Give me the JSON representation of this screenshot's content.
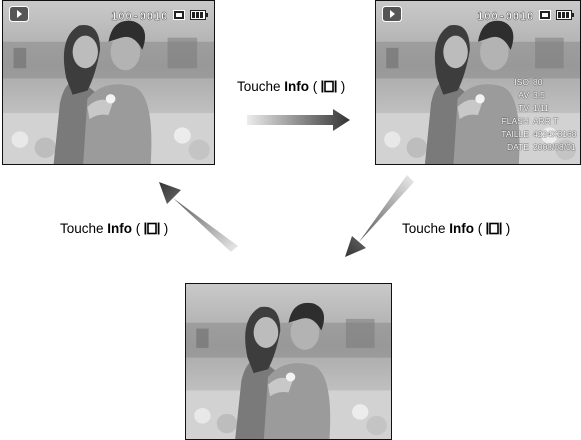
{
  "screens": {
    "top_left": {
      "counter": "100-0010"
    },
    "top_right": {
      "counter": "100-0010",
      "info": [
        {
          "key": "ISO",
          "value": "80"
        },
        {
          "key": "AV",
          "value": "3.5"
        },
        {
          "key": "TV",
          "value": "1/11"
        },
        {
          "key": "FLASH",
          "value": "ARR T"
        },
        {
          "key": "TAILLE",
          "value": "4224X3168"
        },
        {
          "key": "DATE",
          "value": "2008/08/01"
        }
      ]
    }
  },
  "labels": {
    "top": {
      "prefix": "Touche ",
      "bold": "Info",
      "suffix": " ( ",
      "icon": "disp-button-icon",
      "end": " )"
    },
    "left": {
      "prefix": "Touche ",
      "bold": "Info",
      "suffix": " ( ",
      "icon": "disp-button-icon",
      "end": " )"
    },
    "right": {
      "prefix": "Touche ",
      "bold": "Info",
      "suffix": " ( ",
      "icon": "disp-button-icon",
      "end": " )"
    }
  },
  "colors": {
    "arrow_dark": "#333333",
    "arrow_light": "#e6e6e6"
  }
}
